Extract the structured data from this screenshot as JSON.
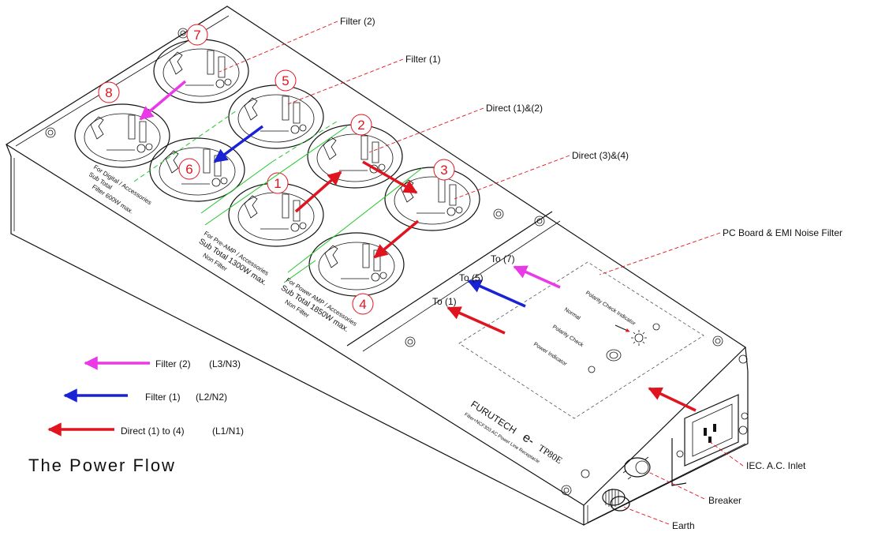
{
  "labels": {
    "filter2": "Filter (2)",
    "filter1": "Filter (1)",
    "direct12": "Direct (1)&(2)",
    "direct34": "Direct (3)&(4)",
    "pcboard": "PC Board & EMI Noise Filter",
    "iec": "IEC. A.C. Inlet",
    "breaker": "Breaker",
    "earth": "Earth",
    "to7": "To (7)",
    "to5": "To (5)",
    "to1": "To (1)"
  },
  "panel": {
    "polarity_indicator": "Polarity Check Indicator",
    "normal": "Normal",
    "polarity_check": "Polarity Check",
    "power_indicator": "Power Indicator"
  },
  "brand": {
    "name": "FURUTECH",
    "model_prefix": "e-",
    "model": "TP80E",
    "subtitle": "Filter+NCF303  AC Power Line Receptacle"
  },
  "groups": {
    "digital": [
      "For Digital / Accessories",
      "Sub Total",
      "Filter  600W max."
    ],
    "preamp": [
      "For Pre-AMP / Accessories",
      "Sub Total 1300W max.",
      "Non Filter"
    ],
    "poweramp": [
      "For Power AMP / Accessories",
      "Sub Total 1850W max.",
      "Non Filter"
    ]
  },
  "outlets": [
    "7",
    "8",
    "5",
    "6",
    "2",
    "1",
    "3",
    "4"
  ],
  "legend": {
    "items": [
      {
        "label": "Filter (2)",
        "suffix": "(L3/N3)",
        "color": "#ea3ae8"
      },
      {
        "label": "Filter (1)",
        "suffix": "(L2/N2)",
        "color": "#1a22d6"
      },
      {
        "label": "Direct (1) to (4)",
        "suffix": "(L1/N1)",
        "color": "#e0141e"
      }
    ],
    "title": "The Power Flow"
  },
  "colors": {
    "magenta": "#ea3ae8",
    "blue": "#1a22d6",
    "red": "#e0141e",
    "green": "#22c72a"
  }
}
